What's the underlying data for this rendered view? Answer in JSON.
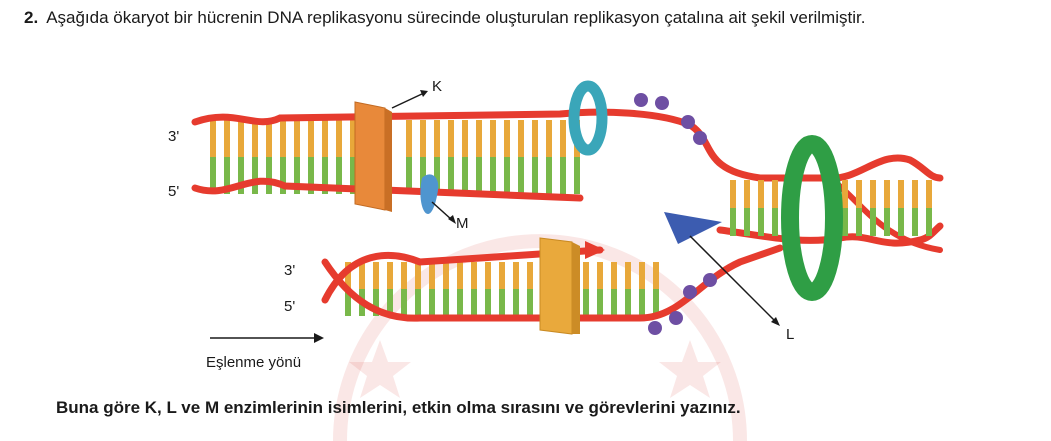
{
  "question": {
    "number": "2.",
    "text": "Aşağıda ökaryot bir hücrenin DNA replikasyonu sürecinde oluşturulan replikasyon çatalına ait şekil verilmiştir."
  },
  "figure": {
    "strand_top_3": "3'",
    "strand_top_5": "5'",
    "strand_bottom_3": "3'",
    "strand_bottom_5": "5'",
    "label_k": "K",
    "label_l": "L",
    "label_m": "M",
    "direction_text": "Eşlenme yönü",
    "colors": {
      "backbone": "#e63b2e",
      "base_green": "#79b84a",
      "base_orange": "#e8a83a",
      "enzyme_k": "#e8893a",
      "enzyme_l": "#3c5cb0",
      "enzyme_m": "#4f95cf",
      "ring_teal": "#3aa6b9",
      "ring_green": "#2f9e45",
      "ssb_purple": "#6e4fa3",
      "polymerase_yellow": "#e9a93c"
    }
  },
  "task": {
    "text": "Buna göre K, L ve M enzimlerinin isimlerini, etkin olma sırasını ve görevlerini yazınız."
  }
}
